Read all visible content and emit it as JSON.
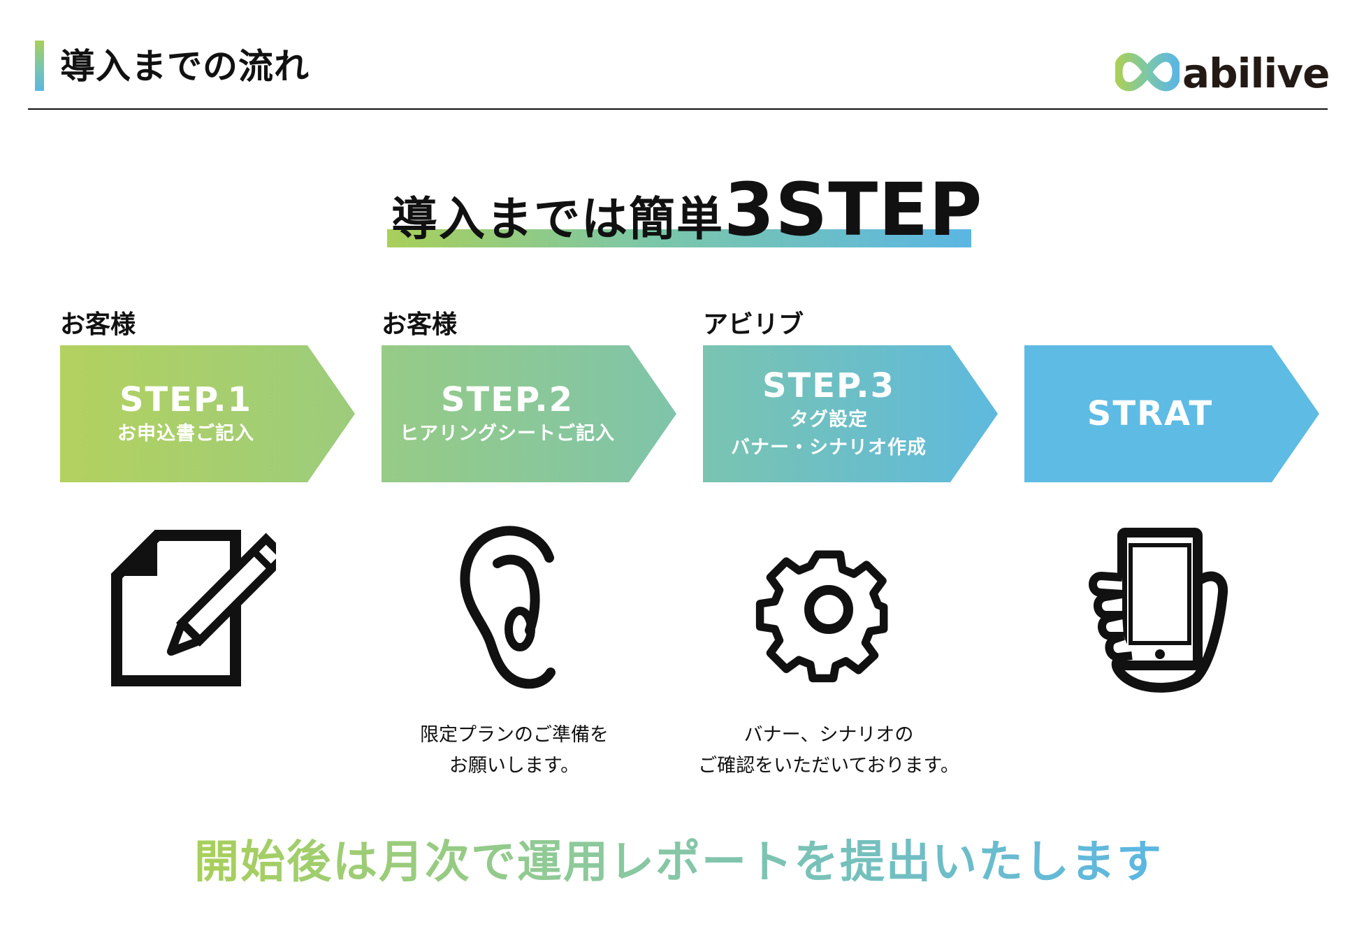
{
  "header": {
    "title": "導入までの流れ",
    "logo_text": "abilive"
  },
  "main_title": {
    "jp": "導入までは簡単",
    "en": "3STEP"
  },
  "steps": [
    {
      "actor": "お客様",
      "title": "STEP.1",
      "desc1": "お申込書ご記入",
      "desc2": "",
      "caption1": "",
      "caption2": ""
    },
    {
      "actor": "お客様",
      "title": "STEP.2",
      "desc1": "ヒアリングシートご記入",
      "desc2": "",
      "caption1": "限定プランのご準備を",
      "caption2": "お願いします。"
    },
    {
      "actor": "アビリブ",
      "title": "STEP.3",
      "desc1": "タグ設定",
      "desc2": "バナー・シナリオ作成",
      "caption1": "バナー、シナリオの",
      "caption2": "ご確認をいただいております。"
    },
    {
      "actor": "",
      "title": "STRAT",
      "desc1": "",
      "desc2": "",
      "caption1": "",
      "caption2": ""
    }
  ],
  "icons": [
    "document-pencil-icon",
    "ear-icon",
    "gear-icon",
    "smartphone-hand-icon"
  ],
  "footer": {
    "text": "開始後は月次で運用レポートを提出いたします"
  },
  "colors": {
    "green": "#a9cf5a",
    "teal": "#7cc7a8",
    "blue": "#5bb6e3"
  }
}
